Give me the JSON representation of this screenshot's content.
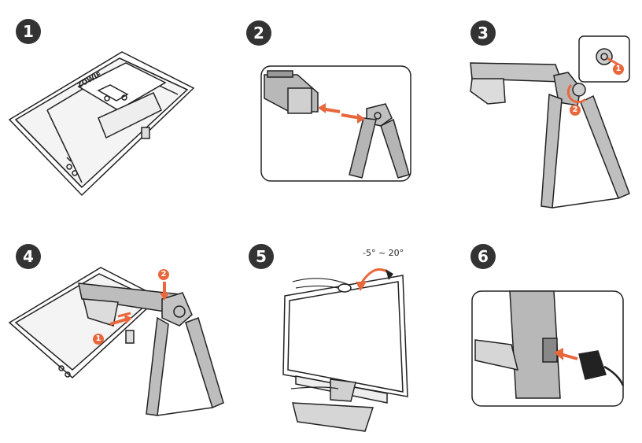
{
  "steps": [
    {
      "label": "1"
    },
    {
      "label": "2"
    },
    {
      "label": "3"
    },
    {
      "label": "4"
    },
    {
      "label": "5"
    },
    {
      "label": "6"
    }
  ],
  "step3_callouts": [
    "1",
    "2"
  ],
  "step4_callouts": [
    "2",
    "1"
  ],
  "step5": {
    "tilt_range": "-5° ~ 20°"
  },
  "monitor_brand_text": "ZOWIE",
  "colors": {
    "badge": "#333333",
    "accent": "#e8673c",
    "line": "#222222",
    "stand_gray": "#a8a8a8"
  }
}
